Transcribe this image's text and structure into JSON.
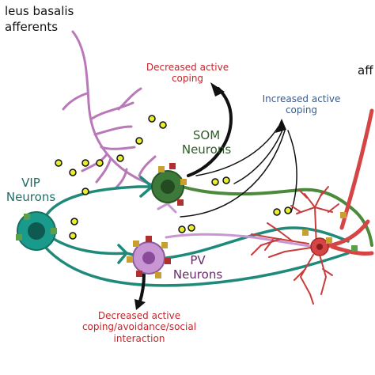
{
  "labels": {
    "nucleus_line1": "leus basalis",
    "nucleus_line2": "afferents",
    "top_right": "aff",
    "som": "SOM",
    "som_neurons": "Neurons",
    "vip": "VIP",
    "vip_neurons": "Neurons",
    "pv": "PV",
    "pv_neurons": "Neurons",
    "decreased_coping_1": "Decreased active",
    "decreased_coping_2": "coping",
    "increased_coping_1": "Increased active",
    "increased_coping_2": "coping",
    "decreased_social_1": "Decreased active",
    "decreased_social_2": "coping/avoidance/social",
    "decreased_social_3": "interaction"
  },
  "colors": {
    "afferent_purple": "#b979b9",
    "teal_axon": "#1f8a7a",
    "vip_cell": "#1a9a8a",
    "som_cell": "#3d7a3a",
    "som_axon": "#4a8a3a",
    "pv_cell": "#b07ac0",
    "pyramidal_red": "#d64545",
    "dendrite_red": "#c83c3c",
    "vesicle_yellow": "#e8ee2a",
    "red_text": "#c0272d",
    "blue_text": "#3a5a8c",
    "som_text": "#2e5e28",
    "vip_text": "#1e6e66",
    "pv_text": "#6b2a6b"
  }
}
